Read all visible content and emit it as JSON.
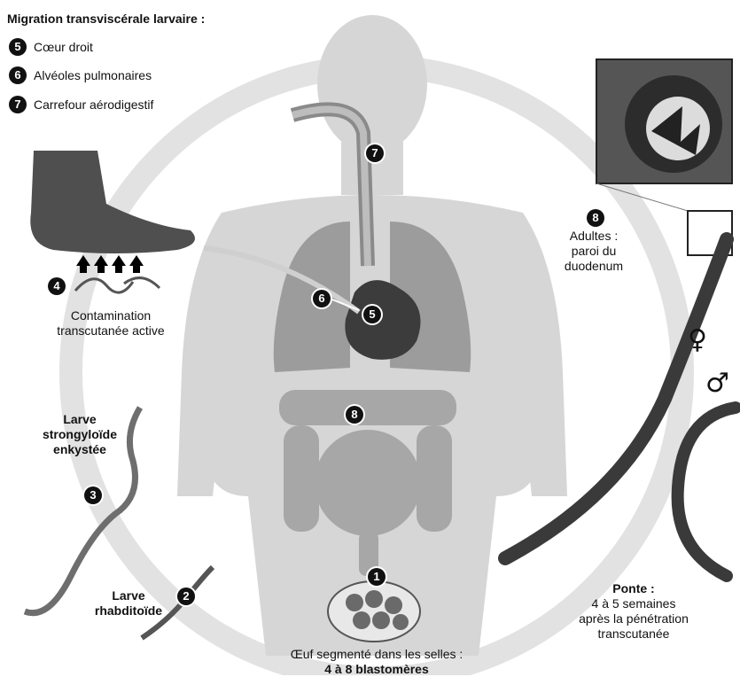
{
  "legend": {
    "title": "Migration transviscérale larvaire :",
    "items": [
      {
        "num": "5",
        "label": "Cœur droit"
      },
      {
        "num": "6",
        "label": "Alvéoles pulmonaires"
      },
      {
        "num": "7",
        "label": "Carrefour aérodigestif"
      }
    ]
  },
  "markers": {
    "n1": "1",
    "n2": "2",
    "n3": "3",
    "n4": "4",
    "n5": "5",
    "n6": "6",
    "n7": "7",
    "n8_body": "8",
    "n8_adult": "8"
  },
  "labels": {
    "contamination_line1": "Contamination",
    "contamination_line2": "transcutanée active",
    "larve_strong_line1": "Larve",
    "larve_strong_line2": "strongyloïde",
    "larve_strong_line3": "enkystée",
    "larve_rhab_line1": "Larve",
    "larve_rhab_line2": "rhabditoïde",
    "oeuf_line1": "Œuf segmenté dans les selles :",
    "oeuf_line2": "4 à 8 blastomères",
    "adultes_line1": "Adultes :",
    "adultes_line2": "paroi du",
    "adultes_line3": "duodenum",
    "ponte_title": "Ponte :",
    "ponte_line1": "4 à 5 semaines",
    "ponte_line2": "après la pénétration",
    "ponte_line3": "transcutanée",
    "female_symbol": "♀",
    "male_symbol": "♂"
  }
}
